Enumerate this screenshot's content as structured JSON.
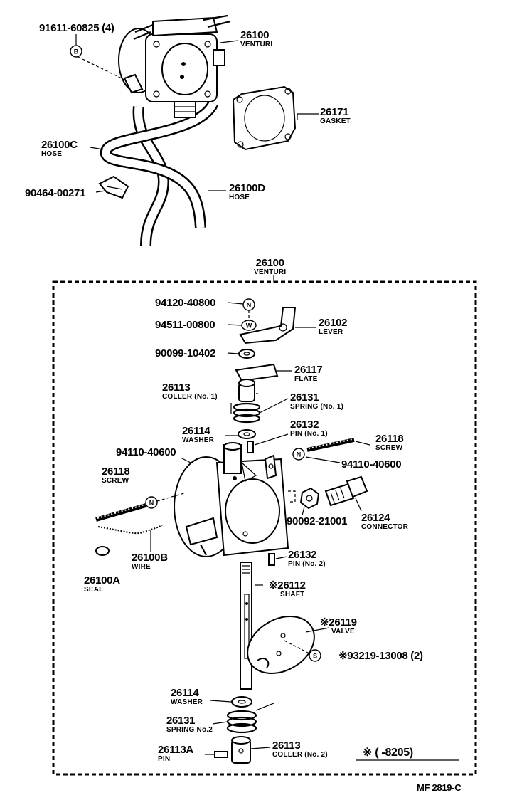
{
  "upper": {
    "p_91611": "91611-60825 (4)",
    "p_26100": "26100",
    "p_26100_desc": "VENTURI",
    "p_26171": "26171",
    "p_26171_desc": "GASKET",
    "p_26100C": "26100C",
    "p_26100C_desc": "HOSE",
    "p_90464": "90464-00271",
    "p_26100D": "26100D",
    "p_26100D_desc": "HOSE",
    "badge_B": "B"
  },
  "assembly": {
    "title_no": "26100",
    "title_desc": "VENTURI",
    "p_94120": "94120-40800",
    "p_94511": "94511-00800",
    "p_90099": "90099-10402",
    "p_26102": "26102",
    "p_26102_desc": "LEVER",
    "p_26117": "26117",
    "p_26117_desc": "FLATE",
    "p_26113_1": "26113",
    "p_26113_1_desc": "COLLER (No. 1)",
    "p_26131_1": "26131",
    "p_26131_1_desc": "SPRING (No. 1)",
    "p_26132_1": "26132",
    "p_26132_1_desc": "PIN (No. 1)",
    "p_26114_1": "26114",
    "p_26114_1_desc": "WASHER",
    "p_26118_r": "26118",
    "p_26118_r_desc": "SCREW",
    "p_94110_r": "94110-40600",
    "p_94110_l": "94110-40600",
    "p_26118_l": "26118",
    "p_26118_l_desc": "SCREW",
    "p_90092": "90092-21001",
    "p_26124": "26124",
    "p_26124_desc": "CONNECTOR",
    "p_26100B": "26100B",
    "p_26100B_desc": "WIRE",
    "p_26100A": "26100A",
    "p_26100A_desc": "SEAL",
    "p_26132_2": "26132",
    "p_26132_2_desc": "PIN (No. 2)",
    "p_26112": "26112",
    "p_26112_desc": "SHAFT",
    "p_26119": "26119",
    "p_26119_desc": "VALVE",
    "p_93219": "93219-13008 (2)",
    "p_26114_2": "26114",
    "p_26114_2_desc": "WASHER",
    "p_26131_2": "26131",
    "p_26131_2_desc": "SPRING No.2",
    "p_26113A": "26113A",
    "p_26113A_desc": "PIN",
    "p_26113_2": "26113",
    "p_26113_2_desc": "COLLER (No. 2)",
    "star": "※",
    "note_range": "※ (        -8205)",
    "badge_N": "N",
    "badge_W": "W",
    "badge_S": "S"
  },
  "footer": {
    "code": "MF 2819-C"
  }
}
